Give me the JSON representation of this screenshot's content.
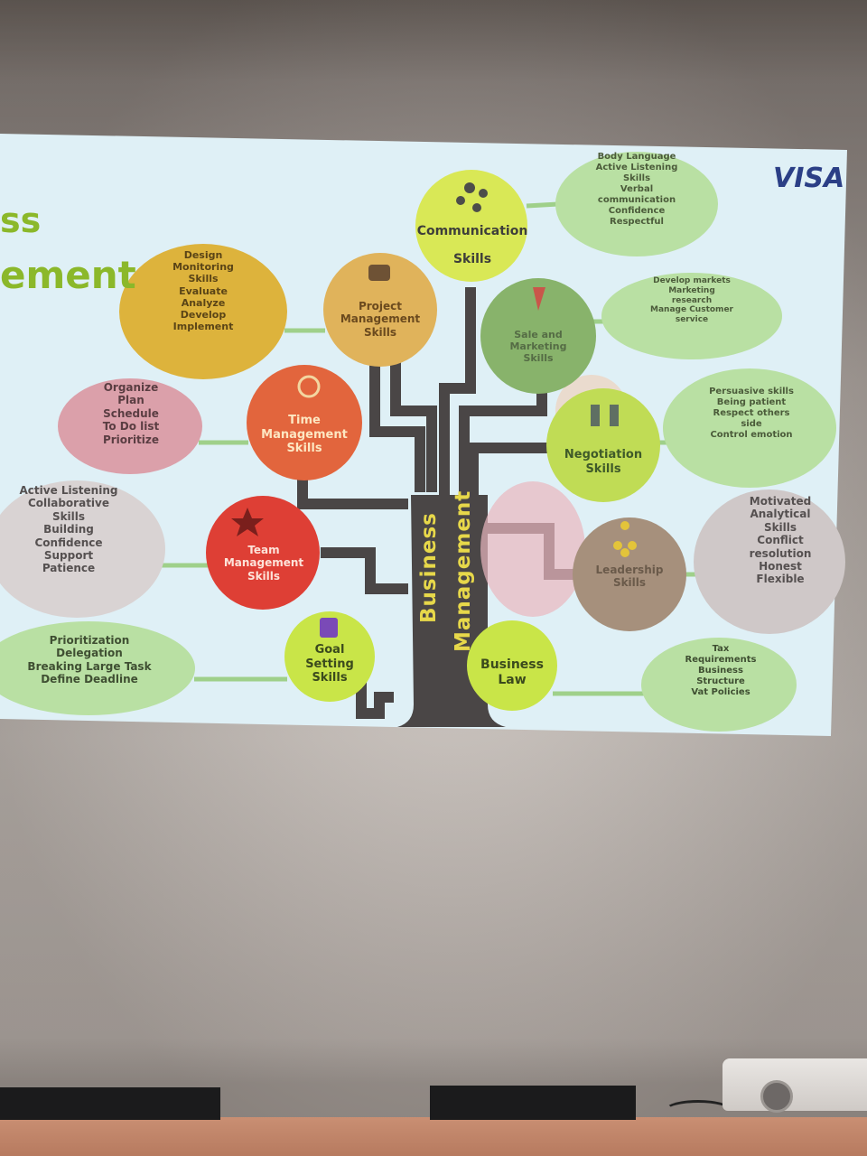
{
  "slide": {
    "title_fragments": [
      "ss",
      "ement"
    ],
    "brand": "VISA",
    "trunk_label": [
      "Business",
      "Management"
    ]
  },
  "nodes": {
    "communication": [
      "Communication",
      "Skills"
    ],
    "project": [
      "Project",
      "Management",
      "Skills"
    ],
    "sales": [
      "Sale and",
      "Marketing",
      "Skills"
    ],
    "time": [
      "Time",
      "Management",
      "Skills"
    ],
    "negotiation": [
      "Negotiation",
      "Skills"
    ],
    "team": [
      "Team",
      "Management",
      "Skills"
    ],
    "leadership": [
      "Leadership",
      "Skills"
    ],
    "goal": [
      "Goal",
      "Setting",
      "Skills"
    ],
    "law": [
      "Business",
      "Law"
    ]
  },
  "details": {
    "communication": [
      "Body Language",
      "Active Listening",
      "Skills",
      "Verbal",
      "communication",
      "Confidence",
      "Respectful"
    ],
    "project": [
      "Design",
      "Monitoring",
      "Skills",
      "Evaluate",
      "Analyze",
      "Develop",
      "Implement"
    ],
    "sales": [
      "Develop markets",
      "Marketing",
      "research",
      "Manage Customer",
      "service"
    ],
    "time": [
      "Organize",
      "Plan",
      "Schedule",
      "To Do list",
      "Prioritize"
    ],
    "negotiation": [
      "Persuasive skills",
      "Being patient",
      "Respect others",
      "side",
      "Control emotion"
    ],
    "team": [
      "Active Listening",
      "Collaborative",
      "Skills",
      "Building",
      "Confidence",
      "Support",
      "Patience"
    ],
    "leadership": [
      "Motivated",
      "Analytical",
      "Skills",
      "Conflict",
      "resolution",
      "Honest",
      "Flexible"
    ],
    "goal": [
      "Prioritization",
      "Delegation",
      "Breaking Large Task",
      "Define Deadline"
    ],
    "law": [
      "Tax",
      "Requirements",
      "Business",
      "Structure",
      "Vat Policies"
    ]
  }
}
